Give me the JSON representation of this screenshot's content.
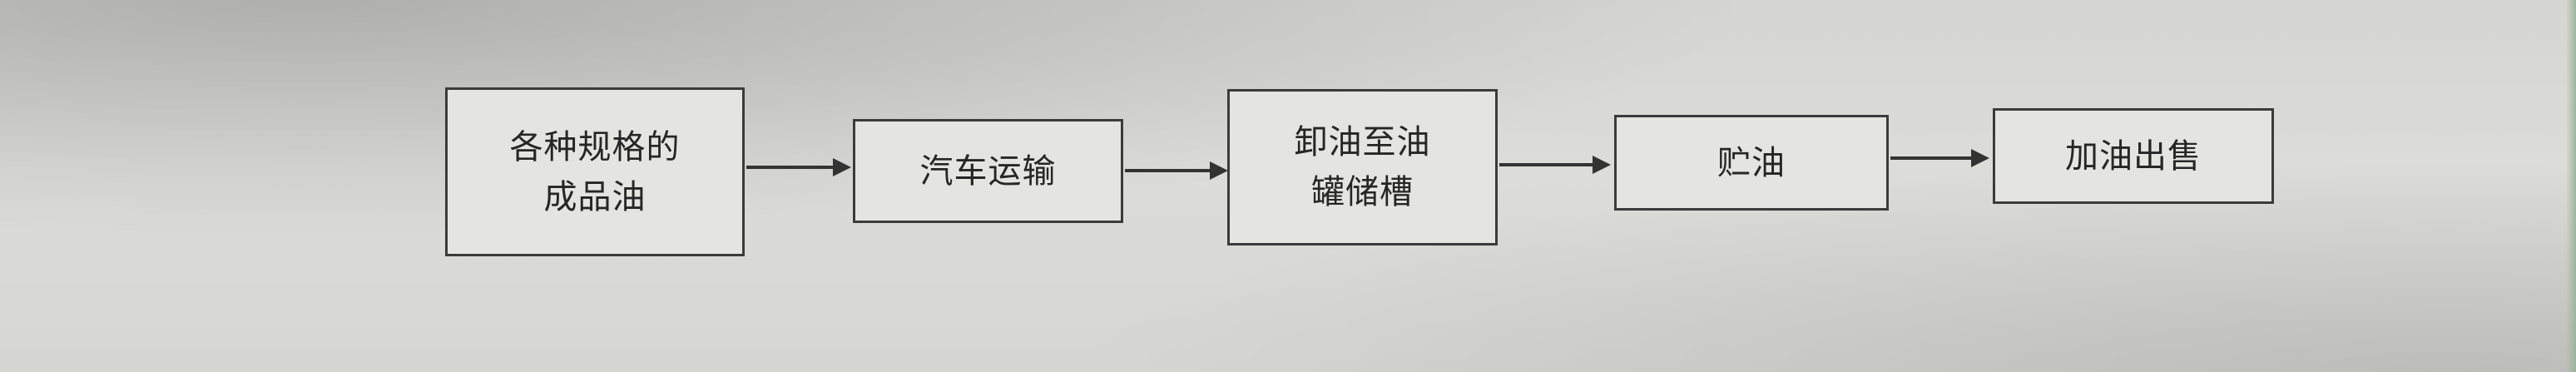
{
  "flowchart": {
    "nodes": [
      {
        "id": "n1",
        "label": "各种规格的\n成品油"
      },
      {
        "id": "n2",
        "label": "汽车运输"
      },
      {
        "id": "n3",
        "label": "卸油至油\n罐储槽"
      },
      {
        "id": "n4",
        "label": "贮油"
      },
      {
        "id": "n5",
        "label": "加油出售"
      }
    ],
    "edges": [
      {
        "from": "n1",
        "to": "n2"
      },
      {
        "from": "n2",
        "to": "n3"
      },
      {
        "from": "n3",
        "to": "n4"
      },
      {
        "from": "n4",
        "to": "n5"
      }
    ],
    "colors": {
      "stroke": "#3b3b3b",
      "box_fill": "#e4e4e1",
      "text": "#262626"
    }
  }
}
